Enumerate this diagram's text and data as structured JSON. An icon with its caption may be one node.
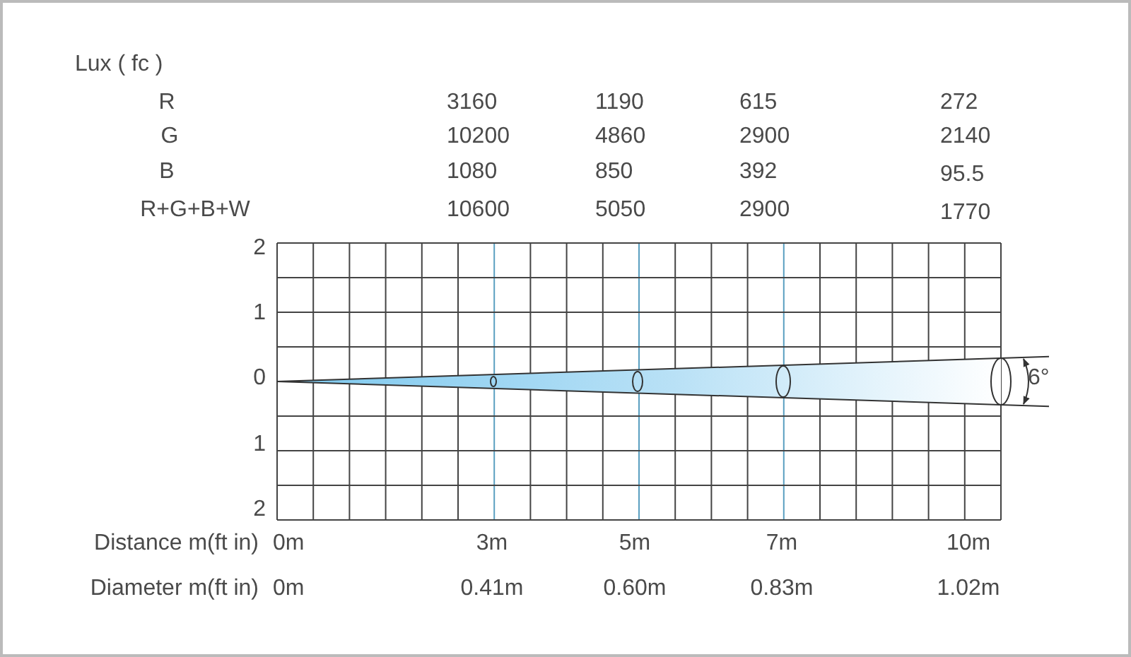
{
  "diagram": {
    "labels": [
      "Lux ( fc )",
      "R",
      "3160",
      "1190",
      "615",
      "272",
      "G",
      "10200",
      "4860",
      "2900",
      "2140",
      "B",
      "1080",
      "850",
      "392",
      "95.5",
      "R+G+B+W",
      "10600",
      "5050",
      "2900",
      "1770",
      "2",
      "1",
      "0",
      "6°",
      "1",
      "2",
      "Distance m(ft in)",
      "0m",
      "3m",
      "5m",
      "7m",
      "10m",
      "Diameter m(ft in)",
      "0m",
      "0.41m",
      "0.60m",
      "0.83m",
      "1.02m"
    ]
  }
}
